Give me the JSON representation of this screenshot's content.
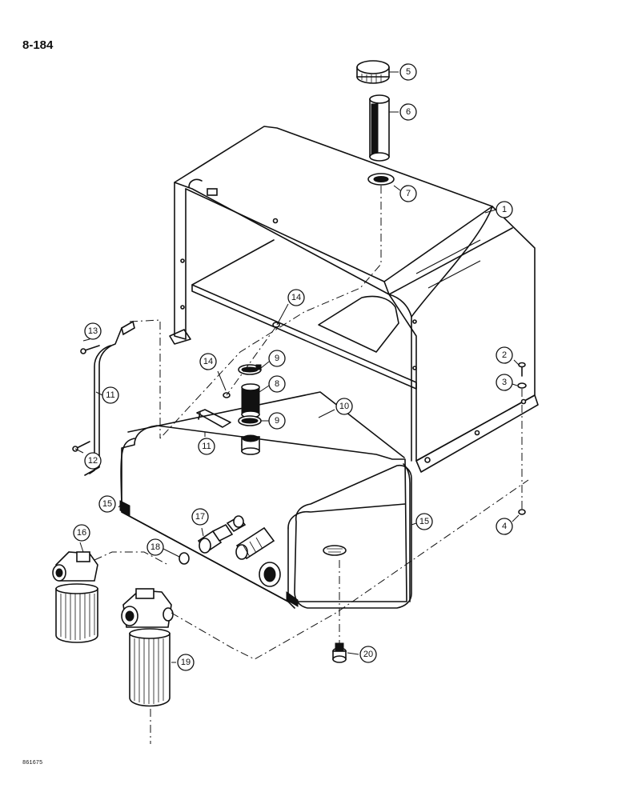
{
  "page": {
    "number": "8-184",
    "drawing_code": "861675"
  },
  "callouts": [
    "1",
    "2",
    "3",
    "4",
    "5",
    "6",
    "7",
    "8",
    "9",
    "9",
    "10",
    "11",
    "11",
    "12",
    "13",
    "14",
    "14",
    "15",
    "15",
    "16",
    "17",
    "18",
    "19",
    "20"
  ]
}
